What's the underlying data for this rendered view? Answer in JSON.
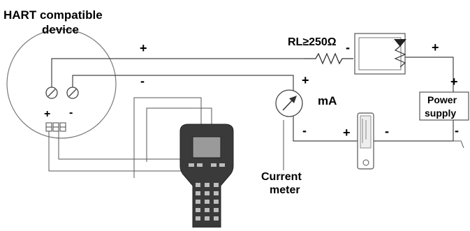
{
  "device": {
    "title_line1": "HART compatible",
    "title_line2": "device",
    "terminal_plus": "+",
    "terminal_minus": "-"
  },
  "resistor": {
    "label": "RL≥250Ω"
  },
  "signs": {
    "top_wire_plus": "+",
    "mid_wire_minus": "-",
    "recorder_minus": "-",
    "recorder_plus": "+",
    "meter_plus": "+",
    "meter_minus": "-",
    "indicator_plus": "+",
    "indicator_minus": "-",
    "psu_plus": "+",
    "psu_minus": "-"
  },
  "meter": {
    "unit": "mA",
    "caption_line1": "Current",
    "caption_line2": "meter"
  },
  "power_supply": {
    "line1": "Power",
    "line2": "supply"
  },
  "colors": {
    "wire": "#444444",
    "device_fill": "#ffffff",
    "communicator_body": "#3a3a3a",
    "communicator_screen": "#9a9a9a"
  },
  "icons": [
    "hart-device-icon",
    "recorder-icon",
    "current-meter-icon",
    "indicator-icon",
    "hart-communicator-icon",
    "resistor-icon"
  ]
}
